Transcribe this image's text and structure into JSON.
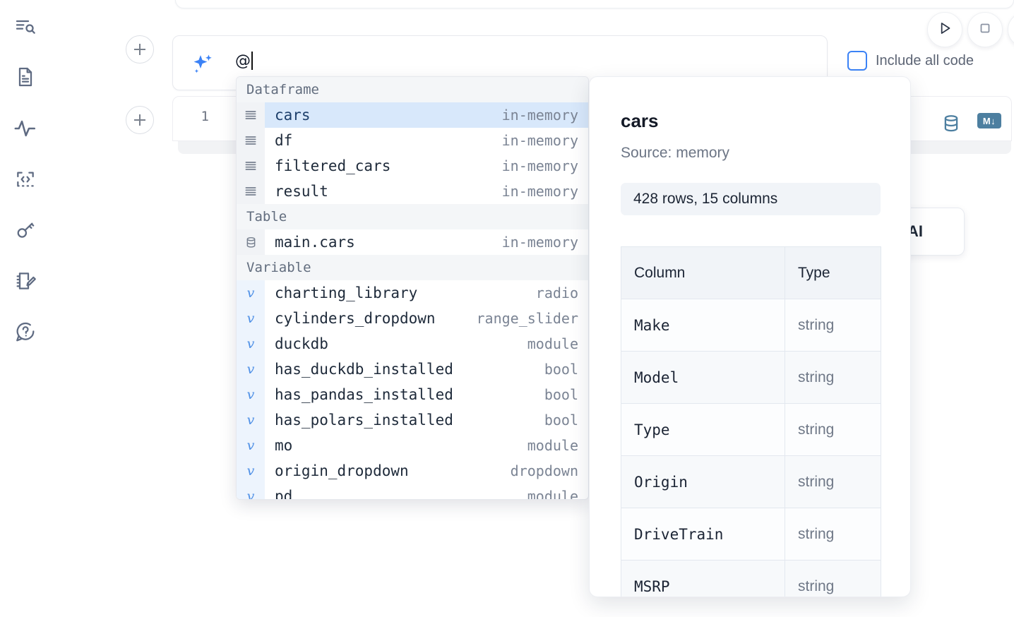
{
  "rail": {
    "items": [
      {
        "name": "explore-icon",
        "label": "Explore"
      },
      {
        "name": "file-text-icon",
        "label": "Notebook"
      },
      {
        "name": "activity-icon",
        "label": "Activity"
      },
      {
        "name": "code-icon",
        "label": "Snippets"
      },
      {
        "name": "key-icon",
        "label": "Secrets"
      },
      {
        "name": "scratchpad-icon",
        "label": "Scratchpad"
      },
      {
        "name": "help-icon",
        "label": "Help"
      }
    ]
  },
  "toolbar": {
    "run_label": "Run",
    "stop_label": "Stop",
    "include_all_code_label": "Include all code",
    "include_all_code_checked": false,
    "add_cell_label": "+"
  },
  "ai_input": {
    "value": "@",
    "icon": "sparkles-icon",
    "accent": "#3b82f6"
  },
  "cell": {
    "line_number": "1",
    "db_icon": "database-icon",
    "markdown_badge": "M↓"
  },
  "ai_chip": {
    "label": "h AI"
  },
  "completion": {
    "groups": [
      {
        "label": "Dataframe",
        "icon": "dataframe-icon",
        "items": [
          {
            "name": "cars",
            "meta": "in-memory",
            "selected": true
          },
          {
            "name": "df",
            "meta": "in-memory",
            "selected": false
          },
          {
            "name": "filtered_cars",
            "meta": "in-memory",
            "selected": false
          },
          {
            "name": "result",
            "meta": "in-memory",
            "selected": false
          }
        ]
      },
      {
        "label": "Table",
        "icon": "database-icon",
        "items": [
          {
            "name": "main.cars",
            "meta": "in-memory",
            "selected": false
          }
        ]
      },
      {
        "label": "Variable",
        "icon": "variable-icon",
        "items": [
          {
            "name": "charting_library",
            "meta": "radio",
            "selected": false
          },
          {
            "name": "cylinders_dropdown",
            "meta": "range_slider",
            "selected": false
          },
          {
            "name": "duckdb",
            "meta": "module",
            "selected": false
          },
          {
            "name": "has_duckdb_installed",
            "meta": "bool",
            "selected": false
          },
          {
            "name": "has_pandas_installed",
            "meta": "bool",
            "selected": false
          },
          {
            "name": "has_polars_installed",
            "meta": "bool",
            "selected": false
          },
          {
            "name": "mo",
            "meta": "module",
            "selected": false
          },
          {
            "name": "origin_dropdown",
            "meta": "dropdown",
            "selected": false
          },
          {
            "name": "pd",
            "meta": "module",
            "selected": false
          }
        ]
      }
    ]
  },
  "detail": {
    "title": "cars",
    "source": "Source: memory",
    "shape": "428 rows, 15 columns",
    "columns_header": "Column",
    "type_header": "Type",
    "rows": [
      {
        "column": "Make",
        "type": "string"
      },
      {
        "column": "Model",
        "type": "string"
      },
      {
        "column": "Type",
        "type": "string"
      },
      {
        "column": "Origin",
        "type": "string"
      },
      {
        "column": "DriveTrain",
        "type": "string"
      },
      {
        "column": "MSRP",
        "type": "string"
      }
    ]
  }
}
